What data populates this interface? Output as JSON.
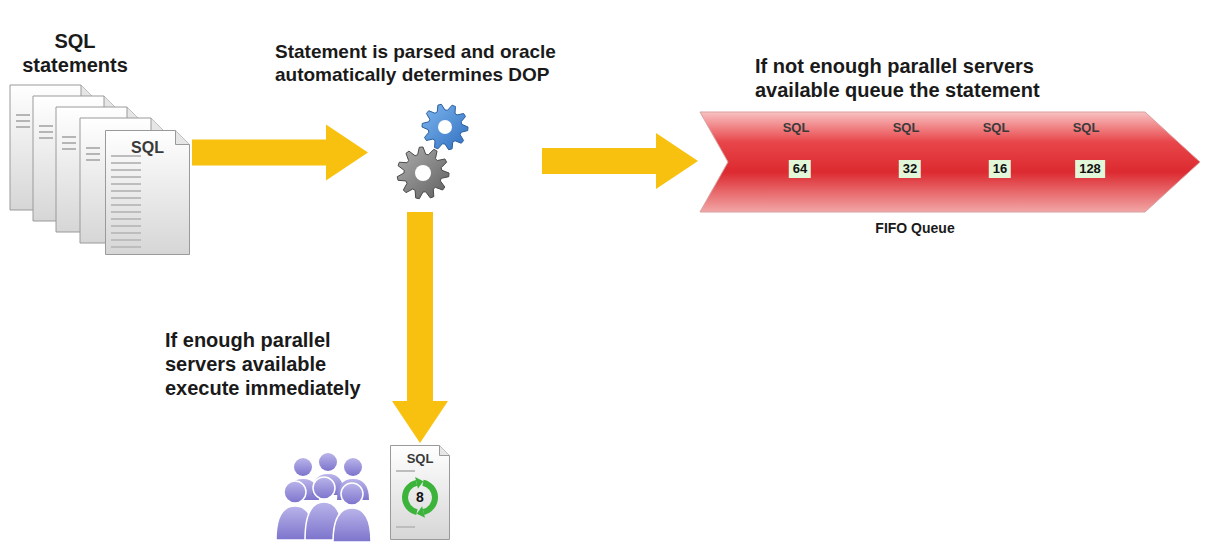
{
  "diagram": {
    "nodes": [
      {
        "text": [
          "SQL statements"
        ]
      },
      {
        "text": [
          "SQL"
        ],
        "in": 0
      },
      {
        "text": [
          "Statement is parsed and oracle automatically determines DOP"
        ]
      },
      {
        "text": [
          "If not enough parallel servers available queue the statement",
          "FIFO Queue"
        ]
      },
      {
        "text": [
          "SQL",
          "64"
        ],
        "in": 3
      },
      {
        "text": [
          "SQL",
          "32"
        ],
        "in": 3
      },
      {
        "text": [
          "SQL",
          "16"
        ],
        "in": 3
      },
      {
        "text": [
          "SQL",
          "128"
        ],
        "in": 3
      },
      {
        "text": [
          "If enough parallel servers available execute immediately"
        ]
      },
      {
        "text": [
          "SQL",
          "8"
        ],
        "in": 8
      }
    ],
    "edges": [
      {
        "from": 0,
        "to": 2,
        "arrow": "to"
      },
      {
        "from": 2,
        "to": 3,
        "arrow": "to"
      },
      {
        "from": 2,
        "to": 9,
        "arrow": "to"
      }
    ]
  }
}
